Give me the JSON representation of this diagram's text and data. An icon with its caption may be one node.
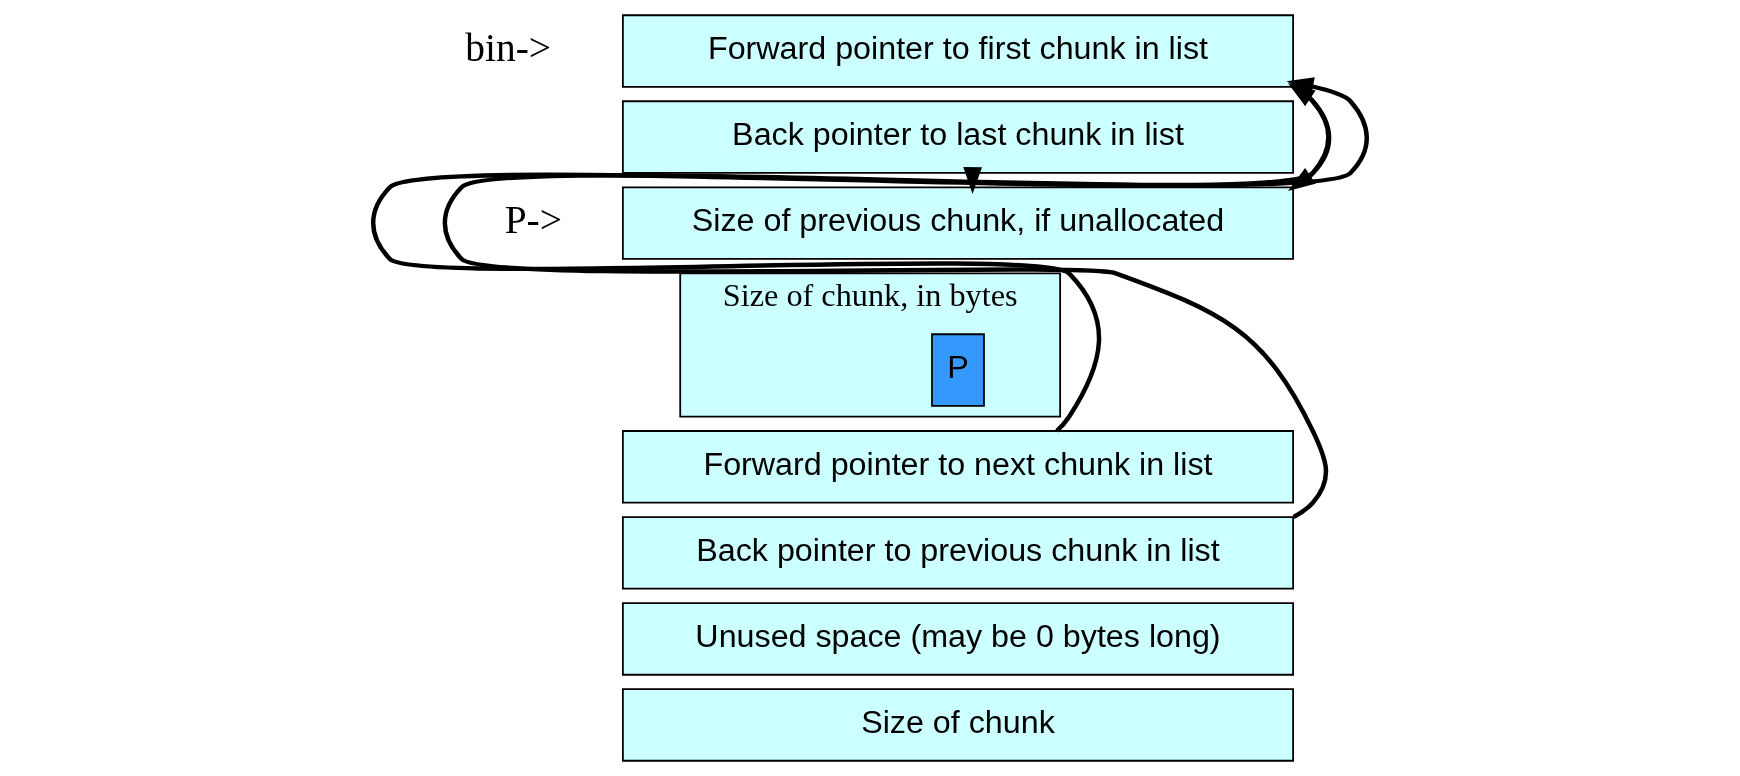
{
  "diagram": {
    "nodes": [
      {
        "text": [
          "Forward pointer to first chunk in list"
        ]
      },
      {
        "text": [
          "Back pointer to last chunk in list"
        ]
      },
      {
        "text": [
          "Size of previous chunk, if unallocated"
        ]
      },
      {
        "text": [
          "Size of chunk, in bytes"
        ]
      },
      {
        "text": [
          "P"
        ],
        "in": 3
      },
      {
        "text": [
          "Forward pointer to next chunk in list"
        ]
      },
      {
        "text": [
          "Back pointer to previous chunk in list"
        ]
      },
      {
        "text": [
          "Unused space (may be 0 bytes long)"
        ]
      },
      {
        "text": [
          "Size of chunk"
        ]
      }
    ],
    "edges": [
      {
        "from": 0,
        "to": 2,
        "arrow": "to"
      },
      {
        "from": 1,
        "to": 2,
        "arrow": "to"
      },
      {
        "from": 5,
        "to": 0,
        "arrow": "to"
      },
      {
        "from": 6,
        "to": 0,
        "arrow": "to"
      }
    ],
    "labels": [
      "bin->",
      "P->"
    ]
  }
}
